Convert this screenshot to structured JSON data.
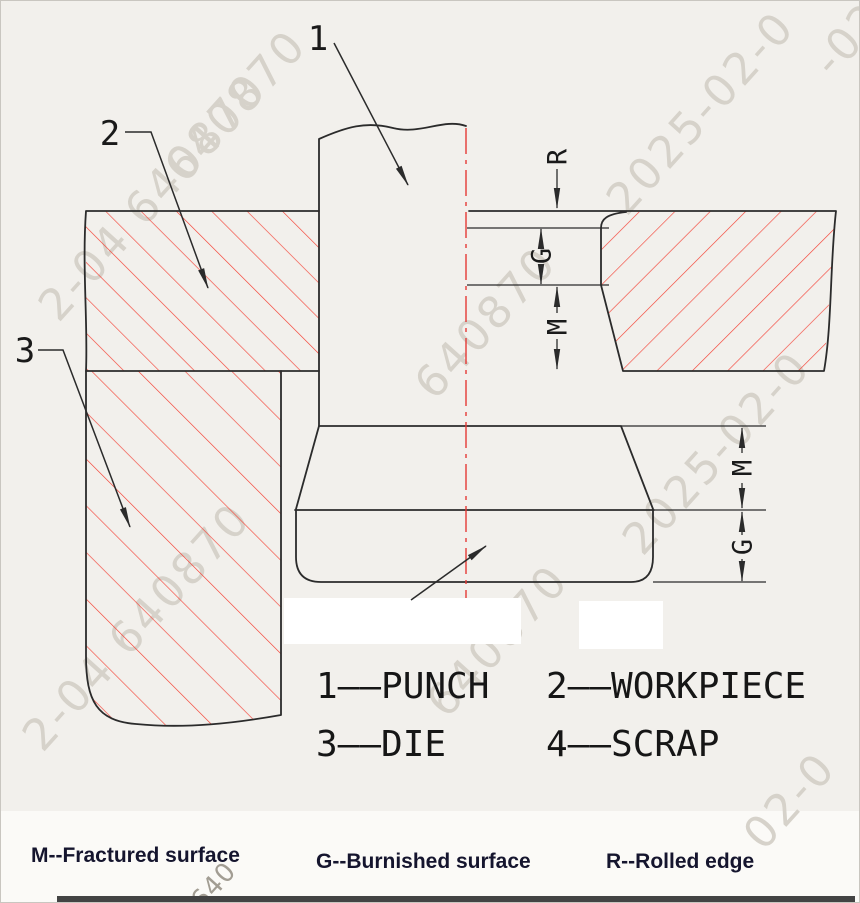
{
  "labels": {
    "punch_no": "1",
    "workpiece_no": "2",
    "die_no": "3"
  },
  "dims": {
    "rolled_edge": "R",
    "burnished": "G",
    "fractured": "M",
    "scrap_fractured": "M",
    "scrap_burnished": "G"
  },
  "legend": [
    {
      "label": "1——PUNCH"
    },
    {
      "label": "2——WORKPIECE"
    },
    {
      "label": "3——DIE"
    },
    {
      "label": "4——SCRAP"
    }
  ],
  "definitions": [
    {
      "text": "M--Fractured surface"
    },
    {
      "text": "G--Burnished surface"
    },
    {
      "text": "R--Rolled edge"
    }
  ],
  "watermarks": [
    {
      "text": "640870"
    },
    {
      "text": "2025-02-0"
    },
    {
      "text": "2-04 640870"
    },
    {
      "text": "640870"
    },
    {
      "text": "2025-02-0"
    },
    {
      "text": "640870"
    },
    {
      "text": "2-04 640870"
    },
    {
      "text": "02-0"
    },
    {
      "text": "-02"
    },
    {
      "text": "640"
    }
  ],
  "colors": {
    "hatch": "#f44336",
    "centerline": "#e53935",
    "outline": "#2b2b2b"
  }
}
